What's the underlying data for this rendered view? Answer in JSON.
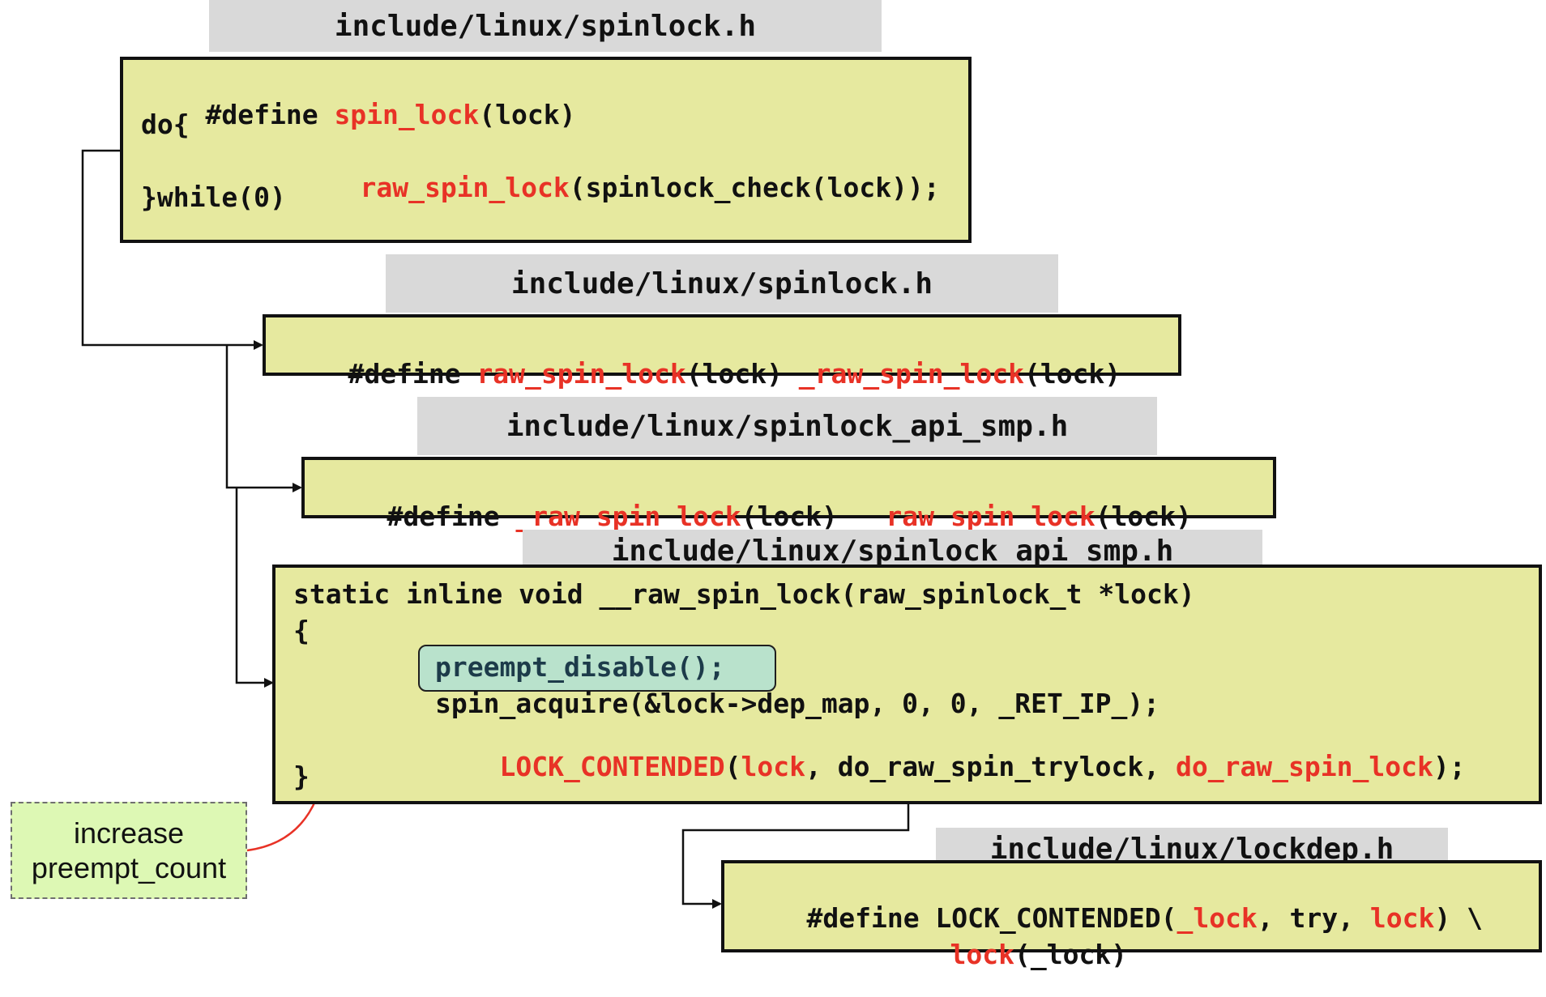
{
  "headers": {
    "h1": "include/linux/spinlock.h",
    "h2": "include/linux/spinlock.h",
    "h3": "include/linux/spinlock_api_smp.h",
    "h4": "include/linux/spinlock_api_smp.h",
    "h5": "include/linux/lockdep.h"
  },
  "box1": {
    "l1_define": "#define ",
    "l1_name": "spin_lock",
    "l1_rest": "(lock)",
    "l2": "do{",
    "l3_name": "raw_spin_lock",
    "l3_rest": "(spinlock_check(lock));",
    "l4": "}while(0)"
  },
  "box2": {
    "define": "#define ",
    "name": "raw_spin_lock",
    "mid": "(lock) ",
    "target": "_raw_spin_lock",
    "rest": "(lock)"
  },
  "box3": {
    "define": "#define ",
    "name": "_raw_spin_lock",
    "mid": "(lock) ",
    "target": "__raw_spin_lock",
    "rest": "(lock)"
  },
  "box4": {
    "l1": "static inline void __raw_spin_lock(raw_spinlock_t *lock)",
    "l2": "{",
    "l3": "preempt_disable();",
    "l4": "spin_acquire(&lock->dep_map, 0, 0, _RET_IP_);",
    "l5_a": "LOCK_CONTENDED",
    "l5_b": "(",
    "l5_c": "lock",
    "l5_d": ", do_raw_spin_trylock, ",
    "l5_e": "do_raw_spin_lock",
    "l5_f": ");",
    "l6": "}"
  },
  "box5": {
    "l1_a": "#define LOCK_CONTENDED(",
    "l1_b": "_lock",
    "l1_c": ", try, ",
    "l1_d": "lock",
    "l1_e": ") \\",
    "l2_a": "lock",
    "l2_b": "(_lock)"
  },
  "note": {
    "line1": "increase",
    "line2": "preempt_count"
  },
  "colors": {
    "box_fill": "#e6e99f",
    "header_fill": "#d9d9d9",
    "highlight": "#e83226",
    "note_fill": "#ddf8b4",
    "callout_fill": "#b9e2cc"
  }
}
